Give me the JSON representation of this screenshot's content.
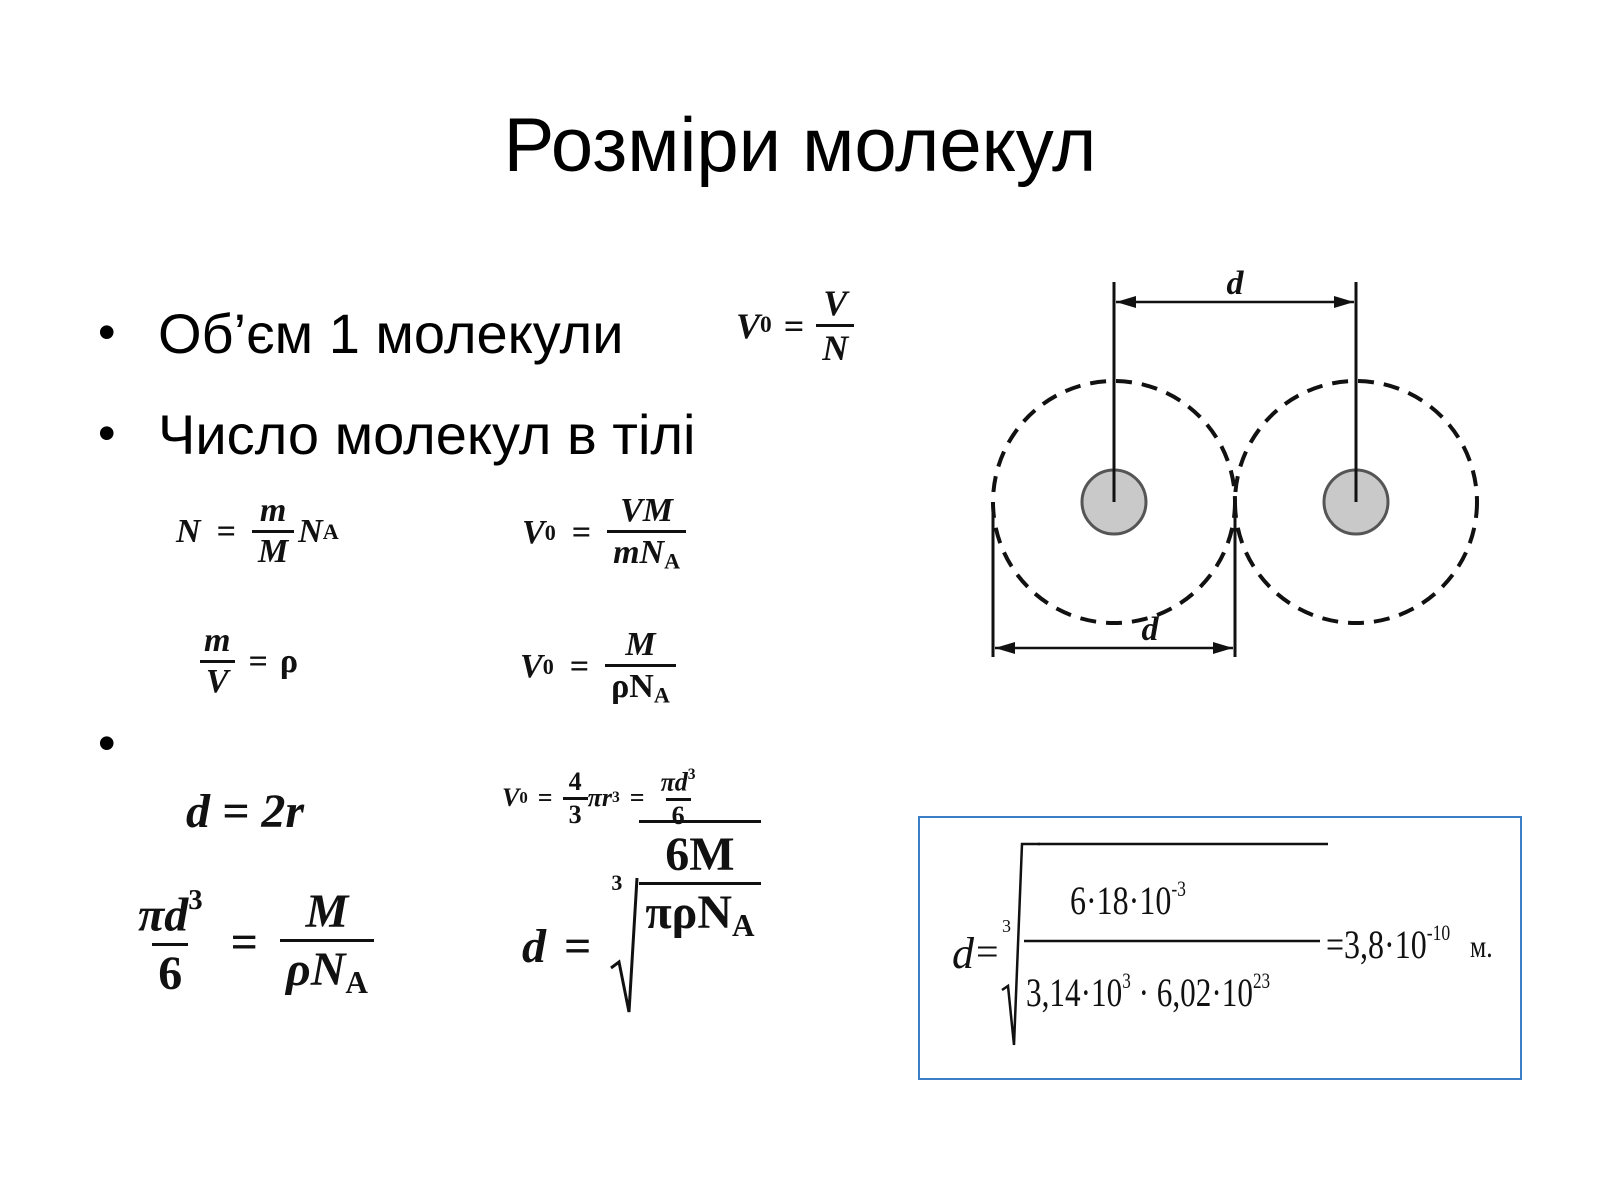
{
  "slide": {
    "title": "Розміри молекул",
    "bullets": [
      {
        "text": "Об’єм 1 молекули"
      },
      {
        "text": "Число молекул в тілі"
      },
      {
        "text": ""
      }
    ]
  },
  "formulas": {
    "v0_vn": {
      "lhs": "V",
      "lhs_sub": "0",
      "eq": "=",
      "num": "V",
      "den": "N"
    },
    "n_formula": {
      "lhs": "N",
      "eq": "=",
      "num": "m",
      "den": "M",
      "tail": "N",
      "tail_sub": "A"
    },
    "v0_vm": {
      "lhs": "V",
      "lhs_sub": "0",
      "eq": "=",
      "num": "VM",
      "den": "mN",
      "den_sub": "A"
    },
    "density": {
      "num": "m",
      "den": "V",
      "eq": "=",
      "rhs": "ρ"
    },
    "v0_m_rho": {
      "lhs": "V",
      "lhs_sub": "0",
      "eq": "=",
      "num": "M",
      "den": "ρN",
      "den_sub": "A"
    },
    "d_2r": {
      "text": "d = 2r"
    },
    "v0_sphere": {
      "lhs": "V",
      "lhs_sub": "0",
      "eq1": "=",
      "f1_num": "4",
      "f1_den": "3",
      "mid": "πr",
      "mid_sup": "3",
      "eq2": "=",
      "f2_num": "πd",
      "f2_num_sup": "3",
      "f2_den": "6"
    },
    "pid3": {
      "num": "πd",
      "num_sup": "3",
      "den": "6",
      "eq": "=",
      "rnum": "M",
      "rden": "ρN",
      "rden_sub": "A"
    },
    "d_root": {
      "lhs": "d",
      "eq": "=",
      "index": "3",
      "num": "6M",
      "den": "πρN",
      "den_sub": "A"
    }
  },
  "calculation": {
    "lhs": "d",
    "eq": "=",
    "index": "3",
    "num": "6·18·10",
    "num_exp": "-3",
    "den_a": "3,14·10",
    "den_a_exp": "3",
    "den_b": " · 6,02·10",
    "den_b_exp": "23",
    "eq2": "=",
    "result": "3,8·10",
    "result_exp": "-10",
    "unit": "м."
  },
  "diagram": {
    "label_top": "d",
    "label_bottom": "d"
  }
}
